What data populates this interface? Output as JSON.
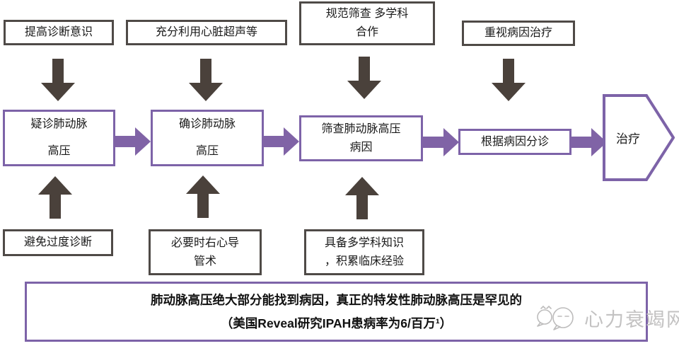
{
  "diagram": {
    "top_boxes": [
      {
        "lines": [
          "提高诊断意识"
        ]
      },
      {
        "lines": [
          "充分利用心脏超声等"
        ]
      },
      {
        "lines": [
          "规范筛查 多学科",
          "合作"
        ]
      },
      {
        "lines": [
          "重视病因治疗"
        ]
      }
    ],
    "flow_boxes": [
      {
        "lines": [
          "疑诊肺动脉",
          "高压"
        ]
      },
      {
        "lines": [
          "确诊肺动脉",
          "高压"
        ]
      },
      {
        "lines": [
          "筛查肺动脉高压",
          "病因"
        ]
      },
      {
        "lines": [
          "根据病因分诊"
        ]
      }
    ],
    "terminal": {
      "label": "治疗"
    },
    "bottom_boxes": [
      {
        "lines": [
          "避免过度诊断"
        ]
      },
      {
        "lines": [
          "必要时右心导",
          "管术"
        ]
      },
      {
        "lines": [
          "具备多学科知识",
          "，积累临床经验"
        ]
      }
    ],
    "banner": {
      "line1": "肺动脉高压绝大部分能找到病因，真正的特发性肺动脉高压是罕见的",
      "line2": "（美国Reveal研究IPAH患病率为6/百万¹）"
    }
  },
  "watermark": {
    "label": "心力衰竭网"
  },
  "colors": {
    "purple_accent": "#7d63a8",
    "purple_arrow": "#8063a6",
    "dark_arrow": "#4a413b",
    "gray_border": "#4f4a47",
    "watermark_gray": "#c3c2c2"
  }
}
